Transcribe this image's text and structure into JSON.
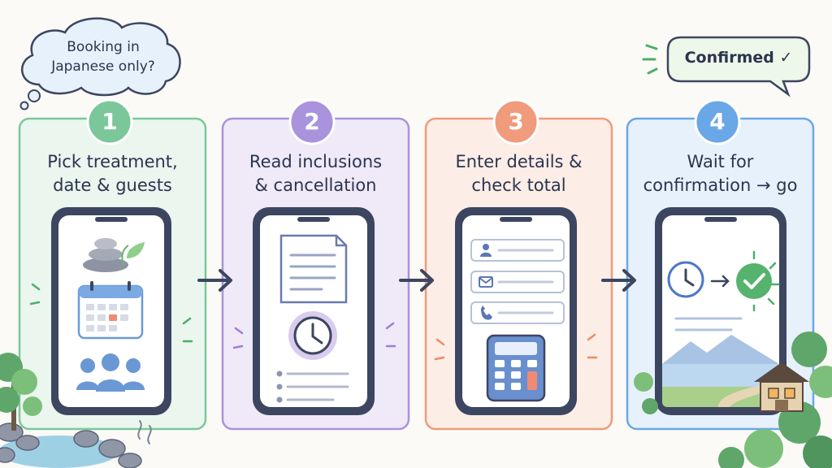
{
  "bubble": {
    "question": "Booking in\nJapanese only?"
  },
  "confirmed": {
    "label": "Confirmed ✓"
  },
  "steps": [
    {
      "number": "1",
      "title": "Pick treatment,\ndate & guests",
      "color": "#7cc79a",
      "panel_fill": "#eaf6ee"
    },
    {
      "number": "2",
      "title": "Read inclusions\n& cancellation",
      "color": "#a993dc",
      "panel_fill": "#efe9f8"
    },
    {
      "number": "3",
      "title": "Enter details &\ncheck total",
      "color": "#ef9b7c",
      "panel_fill": "#fcede6"
    },
    {
      "number": "4",
      "title": "Wait for\nconfirmation → go",
      "color": "#6aa7e6",
      "panel_fill": "#e7f1fb"
    }
  ],
  "colors": {
    "ink": "#2b3550",
    "phone_frame": "#3d4660",
    "screen": "#ffffff",
    "check": "#55b36d"
  }
}
